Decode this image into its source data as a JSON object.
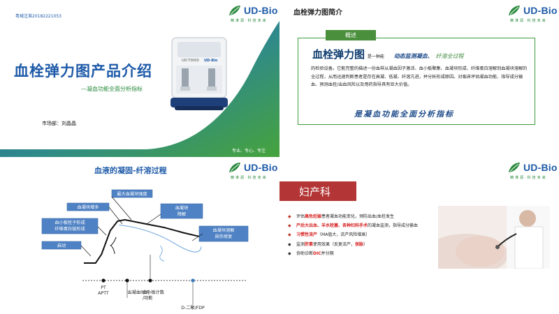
{
  "brand": {
    "logo_text": "UD-Bio",
    "logo_sub": "精准源·科技未来"
  },
  "slide1": {
    "code": "粤械注准20182221053",
    "title": "血栓弹力图产品介绍",
    "subtitle": "—凝血功能全面分析指标",
    "dept": "市场部：刘晶晶",
    "footer": "专业、专心、专注",
    "device_model": "UD-T3000",
    "device_brand": "UD-Bio"
  },
  "slide2": {
    "title": "血栓弹力图简介",
    "tag": "概述",
    "head_big": "血栓弹力图",
    "head_small": "是一种能",
    "head_em": "动态监测凝血、",
    "head_em2": "纤溶全过程",
    "body": "的检验设备。它能完整的描述一份血样从凝血因子激活、血小板聚集、血凝块形成、纤维蛋白溶解到血凝块溶解的全过程，从而迅速判断患者是存在高凝、低凝、纤溶亢进，并分析形成原因。对临床评估凝血功能、指导成分输血、预测血栓/出血风险以及用药指导具有巨大价值。",
    "foot": "是凝血功能全面分析指标"
  },
  "slide3": {
    "title": "血液的凝固-纤溶过程"
  },
  "chart_data": {
    "type": "line",
    "title": "血液的凝固-纤溶过程",
    "xlabel": "",
    "ylabel": "",
    "curve_points": [
      [
        0,
        0
      ],
      [
        8,
        0
      ],
      [
        12,
        20
      ],
      [
        18,
        75
      ],
      [
        23,
        97
      ],
      [
        28,
        100
      ],
      [
        40,
        92
      ],
      [
        55,
        82
      ],
      [
        68,
        70
      ],
      [
        78,
        62
      ],
      [
        86,
        58
      ],
      [
        100,
        58
      ]
    ],
    "boxes": [
      {
        "id": "max",
        "label": "最大血凝块强度"
      },
      {
        "id": "inc",
        "label": "血凝块增多"
      },
      {
        "id": "lyse",
        "label": "血凝块\n降解"
      },
      {
        "id": "fib",
        "label": "血小板栓子形成\n纤维蛋白链形成"
      },
      {
        "id": "dis",
        "label": "血凝块溶解\n损伤修复"
      },
      {
        "id": "start",
        "label": "启动"
      }
    ],
    "timeline_labels": [
      {
        "id": "pt",
        "label": "PT\nAPTT"
      },
      {
        "id": "bleed",
        "label": "出凝血时间"
      },
      {
        "id": "plt",
        "label": "血小板计数\n/功能"
      },
      {
        "id": "ddimer",
        "label": "D-二聚/FDP"
      }
    ]
  },
  "slide4": {
    "banner": "妇产科",
    "bullets": [
      {
        "parts": [
          {
            "t": "评估",
            "red": false
          },
          {
            "t": "高危妊娠",
            "red": true
          },
          {
            "t": "患者凝血功能变化，预防出血/血栓发生",
            "red": false
          }
        ],
        "red_mark": true
      },
      {
        "parts": [
          {
            "t": "产后大出血、羊水栓塞、各种妇科手术",
            "red": true
          },
          {
            "t": "的凝血监测，指导成分输血",
            "red": false
          }
        ],
        "red_mark": true
      },
      {
        "parts": [
          {
            "t": "习惯性流产",
            "red": true
          },
          {
            "t": "（MA值大，流产风险增高）",
            "red": false
          }
        ],
        "red_mark": true
      },
      {
        "parts": [
          {
            "t": "监测",
            "red": false
          },
          {
            "t": "肝素",
            "red": true
          },
          {
            "t": "使用效果（反复流产，",
            "red": false
          },
          {
            "t": "保胎",
            "red": true
          },
          {
            "t": "）",
            "red": false
          }
        ],
        "red_mark": false
      },
      {
        "parts": [
          {
            "t": "协助诊断",
            "red": false
          },
          {
            "t": "DIC",
            "red": true
          },
          {
            "t": "并分期",
            "red": false
          }
        ],
        "red_mark": false
      }
    ]
  },
  "colors": {
    "brand_blue": "#1d5aa8",
    "brand_green": "#2b8a3e",
    "box_blue": "#4f82c4",
    "banner_red": "#b43535"
  }
}
